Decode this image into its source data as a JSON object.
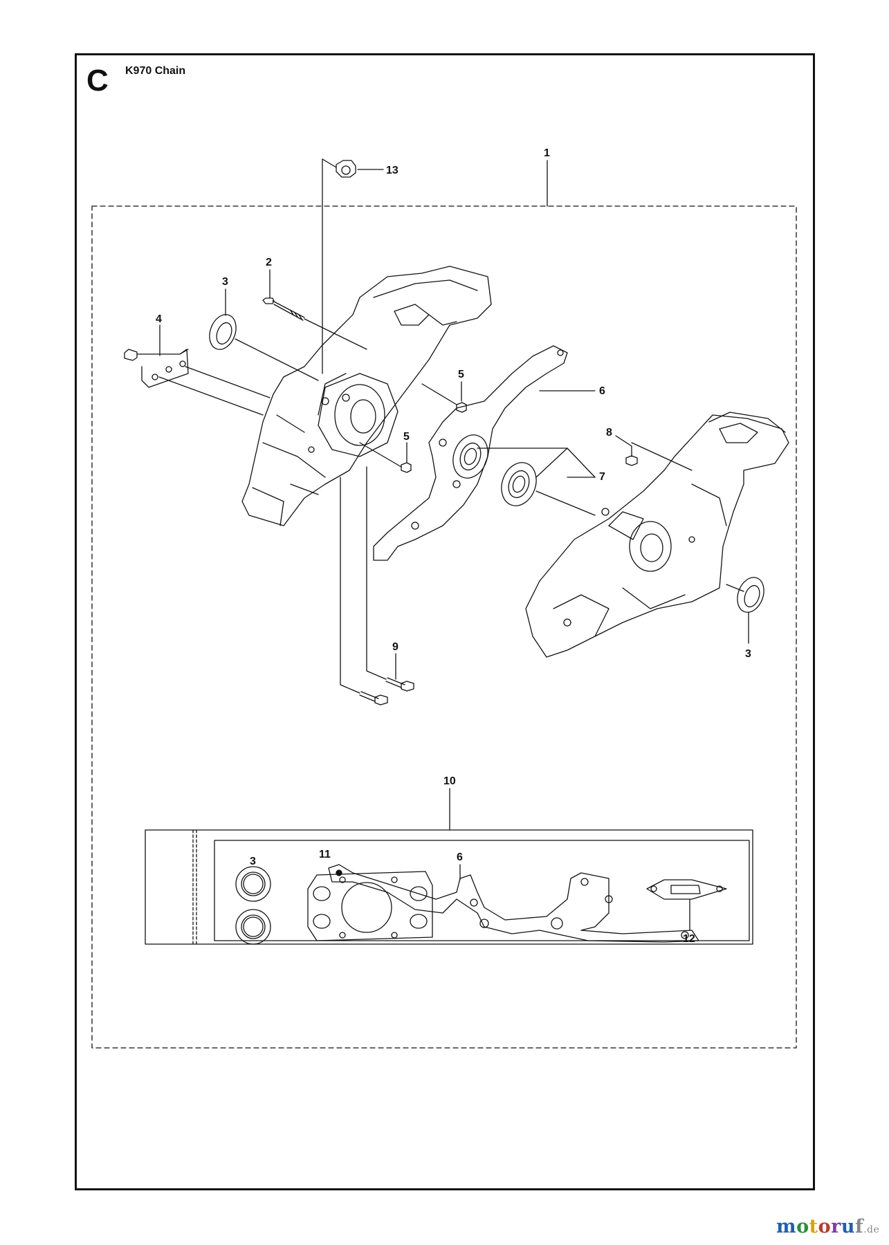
{
  "header": {
    "section_letter": "C",
    "title": "K970 Chain"
  },
  "callouts": [
    "1",
    "2",
    "3",
    "4",
    "5",
    "5",
    "6",
    "7",
    "8",
    "9",
    "13",
    "3",
    "10",
    "3",
    "11",
    "6",
    "12"
  ],
  "watermark": {
    "main": "motoruf",
    "suffix": ".de",
    "colors": [
      "#1f5fb0",
      "#2a8f3a",
      "#d9a400",
      "#c0392b",
      "#7b3fa0",
      "#1f5fb0",
      "#888888"
    ]
  },
  "colors": {
    "line": "#111111",
    "background": "#ffffff"
  }
}
